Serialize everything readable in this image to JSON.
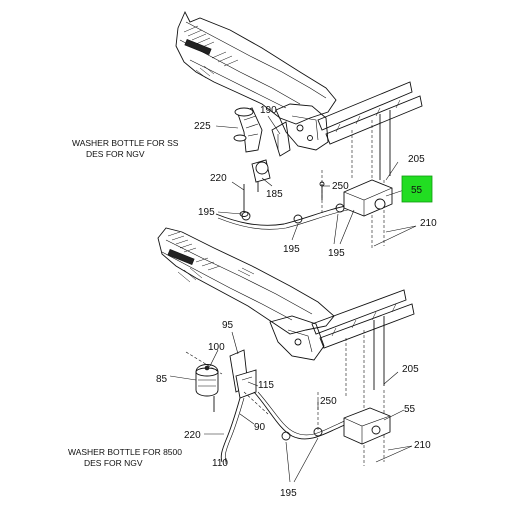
{
  "captions": {
    "top": [
      "WASHER BOTTLE FOR SS",
      "DES FOR NGV"
    ],
    "bottom": [
      "WASHER BOTTLE FOR 8500",
      "DES FOR NGV"
    ]
  },
  "top_callouts": {
    "c225": "225",
    "c190": "190",
    "c220": "220",
    "c185": "185",
    "c250": "250",
    "c205": "205",
    "c55": "55",
    "c195a": "195",
    "c195b": "195",
    "c195c": "195",
    "c210": "210"
  },
  "bottom_callouts": {
    "c95": "95",
    "c100": "100",
    "c85": "85",
    "c115": "115",
    "c205": "205",
    "c250": "250",
    "c55": "55",
    "c220": "220",
    "c90": "90",
    "c110": "110",
    "c210": "210",
    "c195": "195"
  },
  "highlight": {
    "color": "#22dd22",
    "part": "55"
  }
}
